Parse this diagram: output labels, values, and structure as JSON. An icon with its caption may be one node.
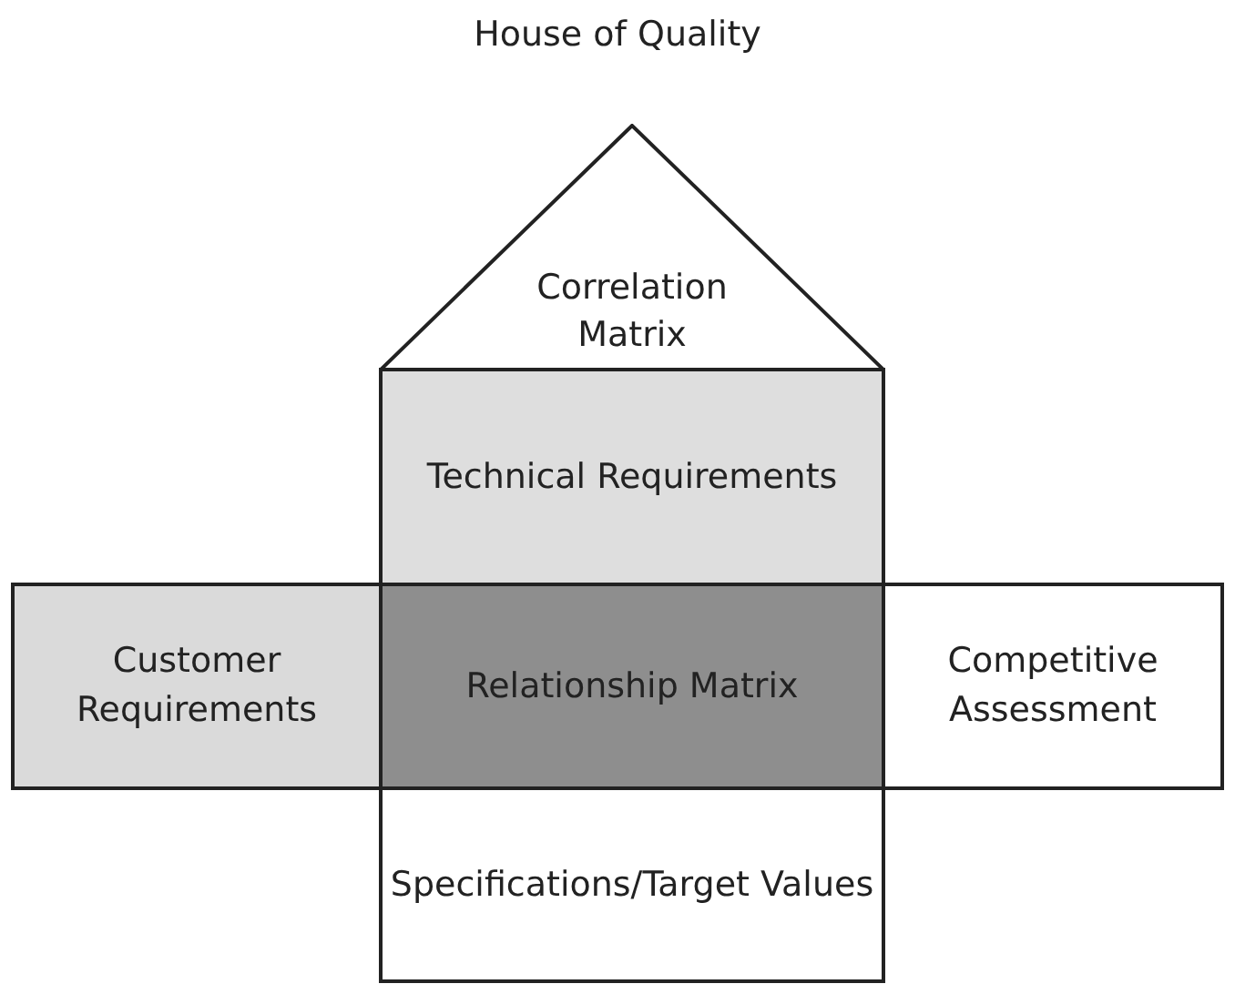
{
  "diagram": {
    "title": "House of Quality",
    "nodes": [
      {
        "text": [
          "Correlation Matrix"
        ]
      },
      {
        "text": [
          "Technical Requirements"
        ]
      },
      {
        "text": [
          "Customer Requirements"
        ]
      },
      {
        "text": [
          "Relationship Matrix"
        ]
      },
      {
        "text": [
          "Competitive Assessment"
        ]
      },
      {
        "text": [
          "Specifications/Target Values"
        ]
      }
    ],
    "edges": []
  }
}
